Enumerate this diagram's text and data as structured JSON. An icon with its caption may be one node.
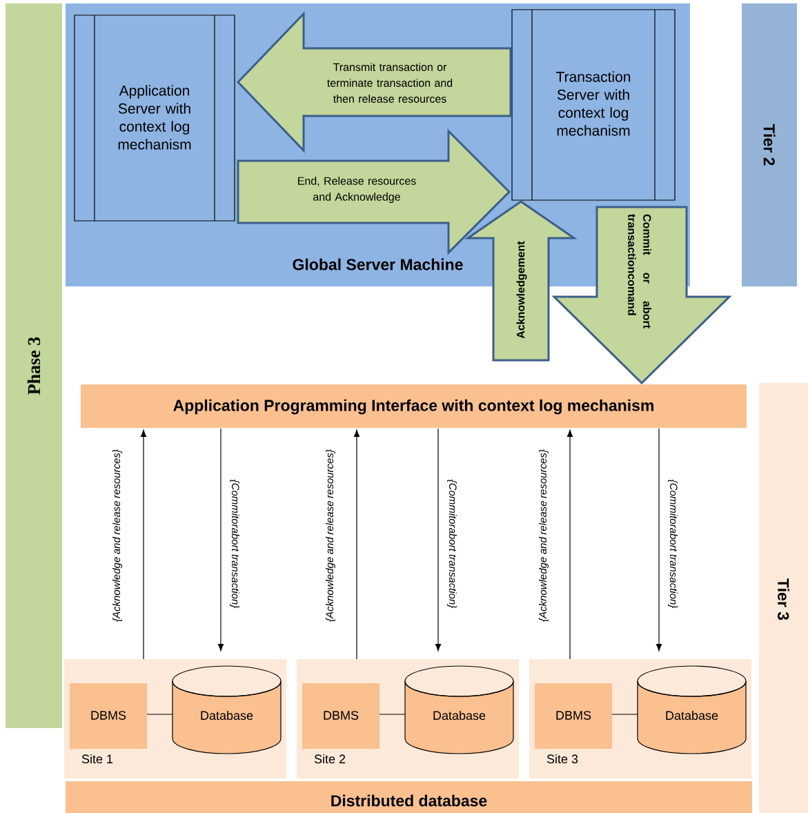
{
  "diagram": {
    "nodes": [
      {
        "text": [
          "Phase 3"
        ]
      },
      {
        "text": [
          "Global Server Machine"
        ]
      },
      {
        "text": [
          "Application Server with context log mechanism"
        ],
        "in": 1
      },
      {
        "text": [
          "Transaction Server with context log mechanism"
        ],
        "in": 1
      },
      {
        "text": [
          "Tier 2"
        ]
      },
      {
        "text": [
          "Application Programming Interface with context log mechanism"
        ]
      },
      {
        "text": [
          "Tier 3"
        ]
      },
      {
        "text": [
          "Site 1"
        ]
      },
      {
        "text": [
          "DBMS"
        ],
        "in": 7
      },
      {
        "text": [
          "Database"
        ],
        "in": 7
      },
      {
        "text": [
          "Site 2"
        ]
      },
      {
        "text": [
          "DBMS"
        ],
        "in": 10
      },
      {
        "text": [
          "Database"
        ],
        "in": 10
      },
      {
        "text": [
          "Site 3"
        ]
      },
      {
        "text": [
          "DBMS"
        ],
        "in": 13
      },
      {
        "text": [
          "Database"
        ],
        "in": 13
      },
      {
        "text": [
          "Distributed database"
        ]
      }
    ],
    "edges": [
      {
        "from": 3,
        "to": 2,
        "arrow": "to",
        "label": "Transmit transaction or terminate transaction and then release resources",
        "style": "thick",
        "color": "#c3d69b"
      },
      {
        "from": 2,
        "to": 3,
        "arrow": "to",
        "label": "End, Release resources and Acknowledge",
        "style": "thick",
        "color": "#c3d69b"
      },
      {
        "from": null,
        "to": 3,
        "arrow": "to",
        "label": "Acknowledgement",
        "style": "thick",
        "color": "#c3d69b"
      },
      {
        "from": 3,
        "to": 5,
        "arrow": "to",
        "label": "Commit or abort transactioncomand",
        "style": "thick",
        "color": "#c3d69b"
      },
      {
        "from": 7,
        "to": 5,
        "arrow": "to",
        "label": "{Acknowledge and release resources}"
      },
      {
        "from": 5,
        "to": 7,
        "arrow": "to",
        "label": "{Commitorabort transaction}"
      },
      {
        "from": 10,
        "to": 5,
        "arrow": "to",
        "label": "{Acknowledge and release resources}"
      },
      {
        "from": 5,
        "to": 10,
        "arrow": "to",
        "label": "{Commitorabort transaction}"
      },
      {
        "from": 13,
        "to": 5,
        "arrow": "to",
        "label": "{Acknowledge and release resources}"
      },
      {
        "from": 5,
        "to": 13,
        "arrow": "to",
        "label": "{Commitorabort transaction}"
      },
      {
        "from": 8,
        "to": 9,
        "arrow": "none"
      },
      {
        "from": 11,
        "to": 12,
        "arrow": "none"
      },
      {
        "from": 14,
        "to": 15,
        "arrow": "none"
      }
    ]
  }
}
